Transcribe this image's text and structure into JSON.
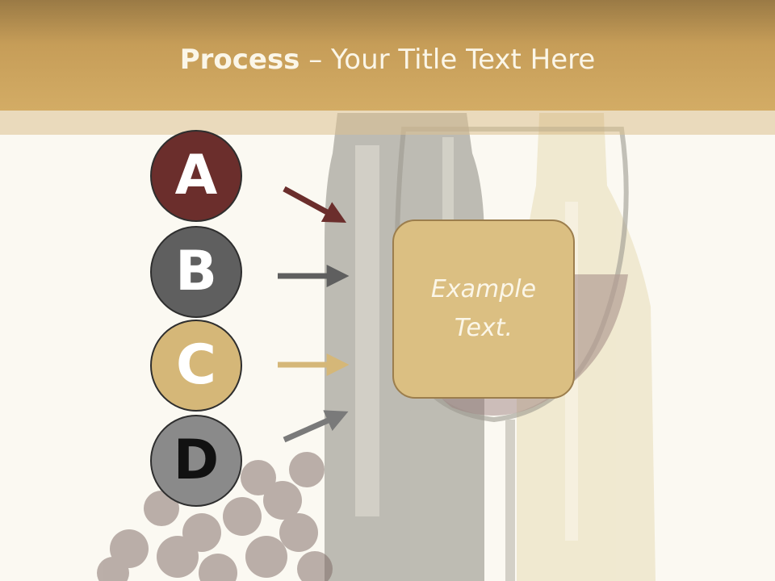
{
  "title": {
    "bold": "Process",
    "rest": " – Your Title Text Here"
  },
  "steps": [
    {
      "letter": "A",
      "color": "#6b2e2c",
      "arrow_color": "#6b2e2c"
    },
    {
      "letter": "B",
      "color": "#5f5f5f",
      "arrow_color": "#5f5f5f"
    },
    {
      "letter": "C",
      "color": "#d5b778",
      "arrow_color": "#d5b778"
    },
    {
      "letter": "D",
      "color": "#8a8a8a",
      "arrow_color": "#7a7a7a"
    }
  ],
  "text_box": {
    "label": "Example Text."
  },
  "colors": {
    "header": "#c69d58",
    "background": "#fbf9f2",
    "text_box_fill": "#dbbf82"
  }
}
